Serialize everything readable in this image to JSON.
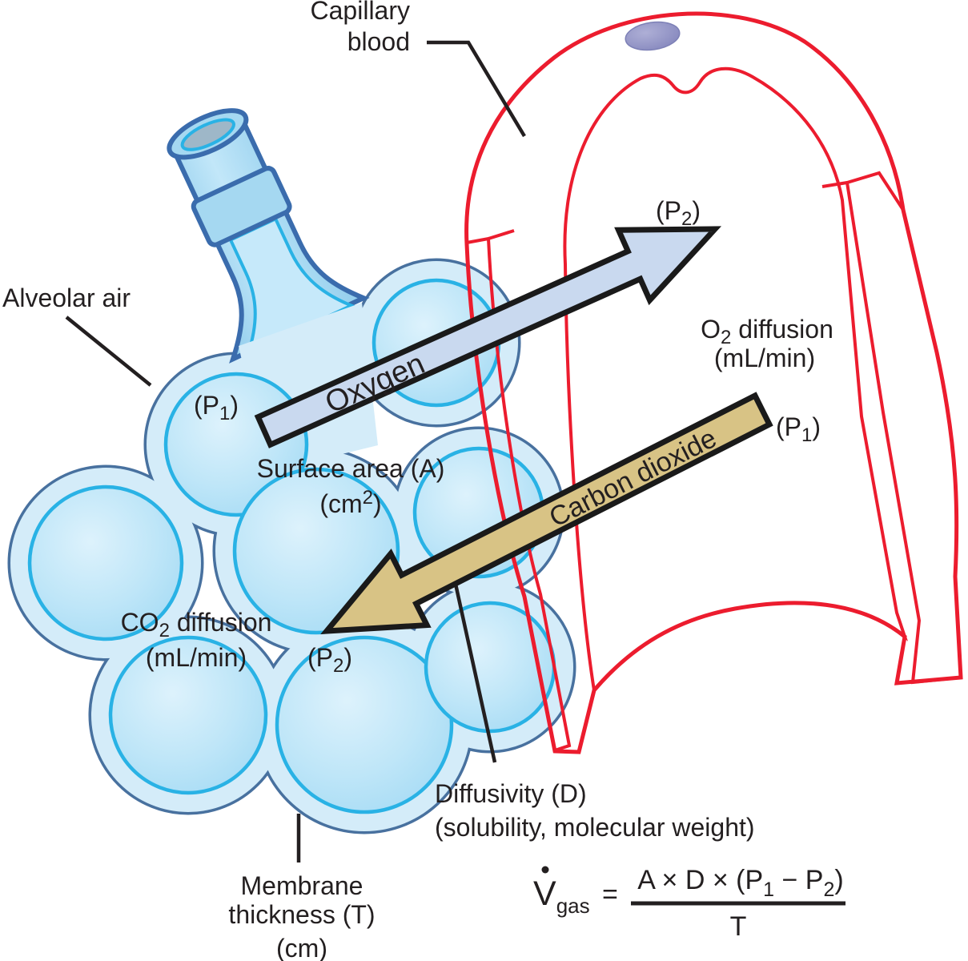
{
  "colors": {
    "outline-red": "#ec1c2e",
    "capillary-wall-light": "#fbdcca",
    "cut-surface-dark": "#e8656e",
    "nucleus-purple": "#8a8cc1",
    "alveolus-fill": "#a9ddf5",
    "alveolus-outline-cyan": "#29b2e5",
    "cluster-outline-blue": "#48719f",
    "interstitium": "#d4ecf9",
    "oxygen-arrow-fill": "#c9d9ef",
    "co2-arrow-fill": "#d8c385",
    "arrow-outline": "#1a1a1a",
    "bronchiole-fill": "#a5d8f1",
    "bronchiole-outline": "#3a6cad",
    "label-text": "#231f20"
  },
  "labels": {
    "capillary_blood": [
      "Capillary",
      "blood"
    ],
    "alveolar_air": "Alveolar air",
    "oxygen_arrow": "Oxygen",
    "carbon_dioxide_arrow": "Carbon dioxide",
    "alveolar_p1": [
      "(P",
      "1",
      ")"
    ],
    "alveolar_p2": [
      "(P",
      "2",
      ")"
    ],
    "capillary_p2": [
      "(P",
      "2",
      ")"
    ],
    "capillary_p1": [
      "(P",
      "1",
      ")"
    ],
    "o2_diffusion": [
      "O",
      "2",
      " diffusion"
    ],
    "o2_diffusion_units": "(mL/min)",
    "co2_diffusion": [
      "CO",
      "2",
      " diffusion"
    ],
    "co2_diffusion_units": "(mL/min)",
    "surface_area": "Surface area (A)",
    "surface_area_units": [
      "(cm",
      "2",
      ")"
    ],
    "diffusivity": [
      "Diffusivity (D)",
      "(solubility, molecular weight)"
    ],
    "membrane_thickness": [
      "Membrane",
      "thickness (T)",
      "(cm)"
    ]
  },
  "formula": {
    "flow_symbol": "V",
    "flow_subscript": "gas",
    "equals": "=",
    "numerator": [
      "A × D × (P",
      "1",
      " − P",
      "2",
      ")"
    ],
    "denominator": "T"
  }
}
